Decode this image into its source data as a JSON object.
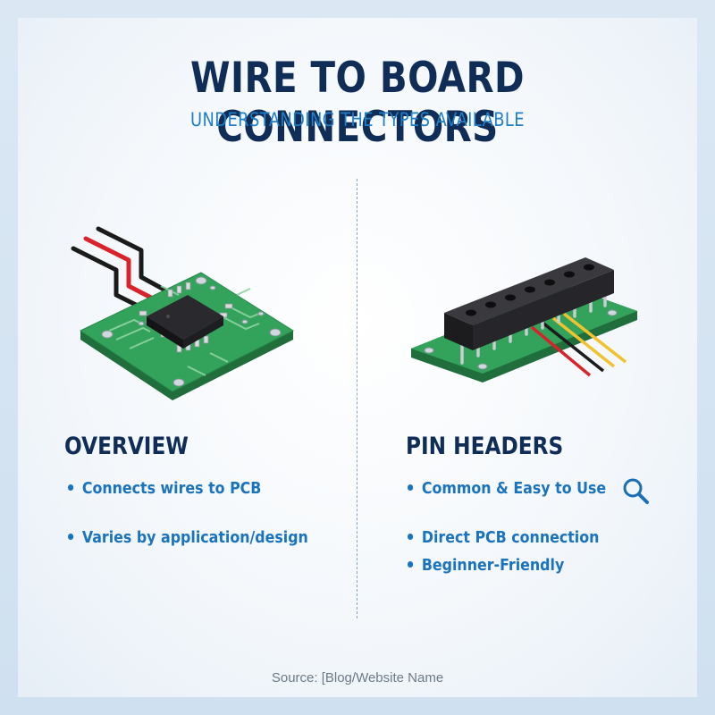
{
  "title": "WIRE TO BOARD CONNECTORS",
  "subtitle": "UNDERSTANDING THE TYPES AVAILABLE",
  "left": {
    "heading": "OVERVIEW",
    "bullets": [
      "Connects wires to PCB",
      "Varies by application/design"
    ]
  },
  "right": {
    "heading": "PIN HEADERS",
    "bullets": [
      "Common & Easy to Use",
      "Direct PCB connection",
      "Beginner-Friendly"
    ]
  },
  "source": "Source: [Blog/Website Name",
  "colors": {
    "title": "#0f2d57",
    "accent": "#1a73bd",
    "pcb_green": "#2e9b55",
    "wire_red": "#d8232a",
    "wire_yellow": "#f2c12e",
    "wire_black": "#1b1b1b"
  },
  "icons": {
    "left_illustration": "microchip-on-pcb-with-wires",
    "right_illustration": "pin-header-connector-with-wires",
    "search": "search-icon"
  }
}
